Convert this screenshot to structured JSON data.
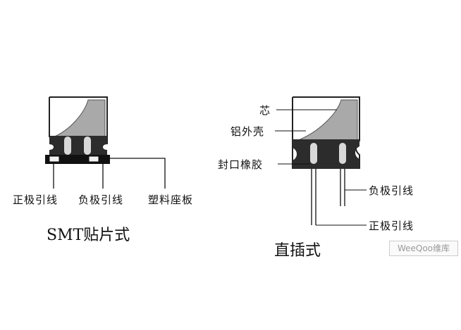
{
  "smt": {
    "title": "SMT贴片式",
    "labels": {
      "positive_lead": "正极引线",
      "negative_lead": "负极引线",
      "plastic_base": "塑料座板"
    }
  },
  "through_hole": {
    "title": "直插式",
    "labels": {
      "core": "芯",
      "aluminum_shell": "铝外壳",
      "rubber_seal": "封口橡胶",
      "negative_lead": "负极引线",
      "positive_lead": "正极引线"
    }
  },
  "watermark": "WeeQoo维库"
}
